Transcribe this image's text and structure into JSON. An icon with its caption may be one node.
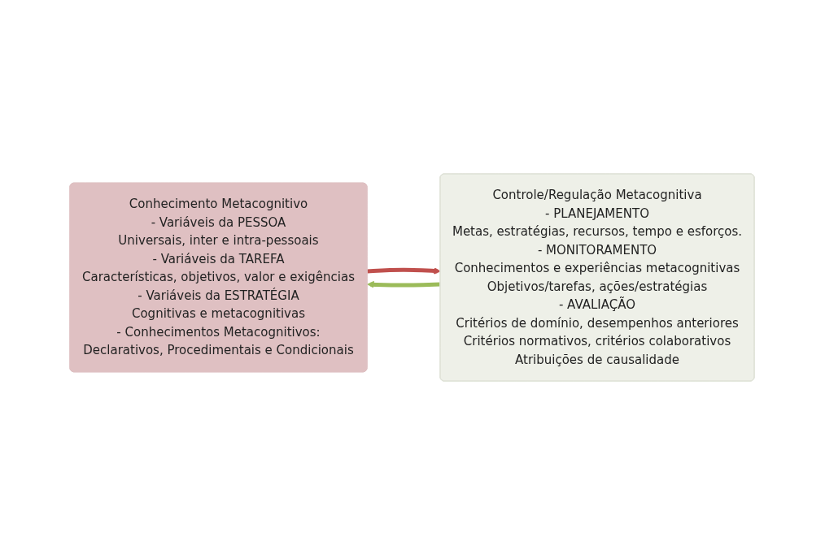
{
  "diagram": {
    "nodes": [
      {
        "text": [
          "Conhecimento Metacognitivo",
          "- Variáveis da PESSOA",
          "Universais, inter e intra-pessoais",
          "- Variáveis da TAREFA",
          "Características, objetivos, valor e exigências",
          "- Variáveis da ESTRATÉGIA",
          "Cognitivas e metacognitivas",
          "- Conhecimentos Metacognitivos:",
          "Declarativos, Procedimentais e Condicionais"
        ]
      },
      {
        "text": [
          "Controle/Regulação Metacognitiva",
          "- PLANEJAMENTO",
          "Metas, estratégias, recursos, tempo e esforços.",
          "- MONITORAMENTO",
          "Conhecimentos e experiências metacognitivas",
          "Objetivos/tarefas, ações/estratégias",
          "- AVALIAÇÃO",
          "Critérios de domínio, desempenhos anteriores",
          "Critérios normativos, critérios colaborativos",
          "Atribuições de causalidade"
        ]
      }
    ],
    "edges": [
      {
        "from": 0,
        "to": 1,
        "arrow": "to",
        "color": "#c0504d"
      },
      {
        "from": 1,
        "to": 0,
        "arrow": "to",
        "color": "#9bbb59"
      }
    ]
  }
}
